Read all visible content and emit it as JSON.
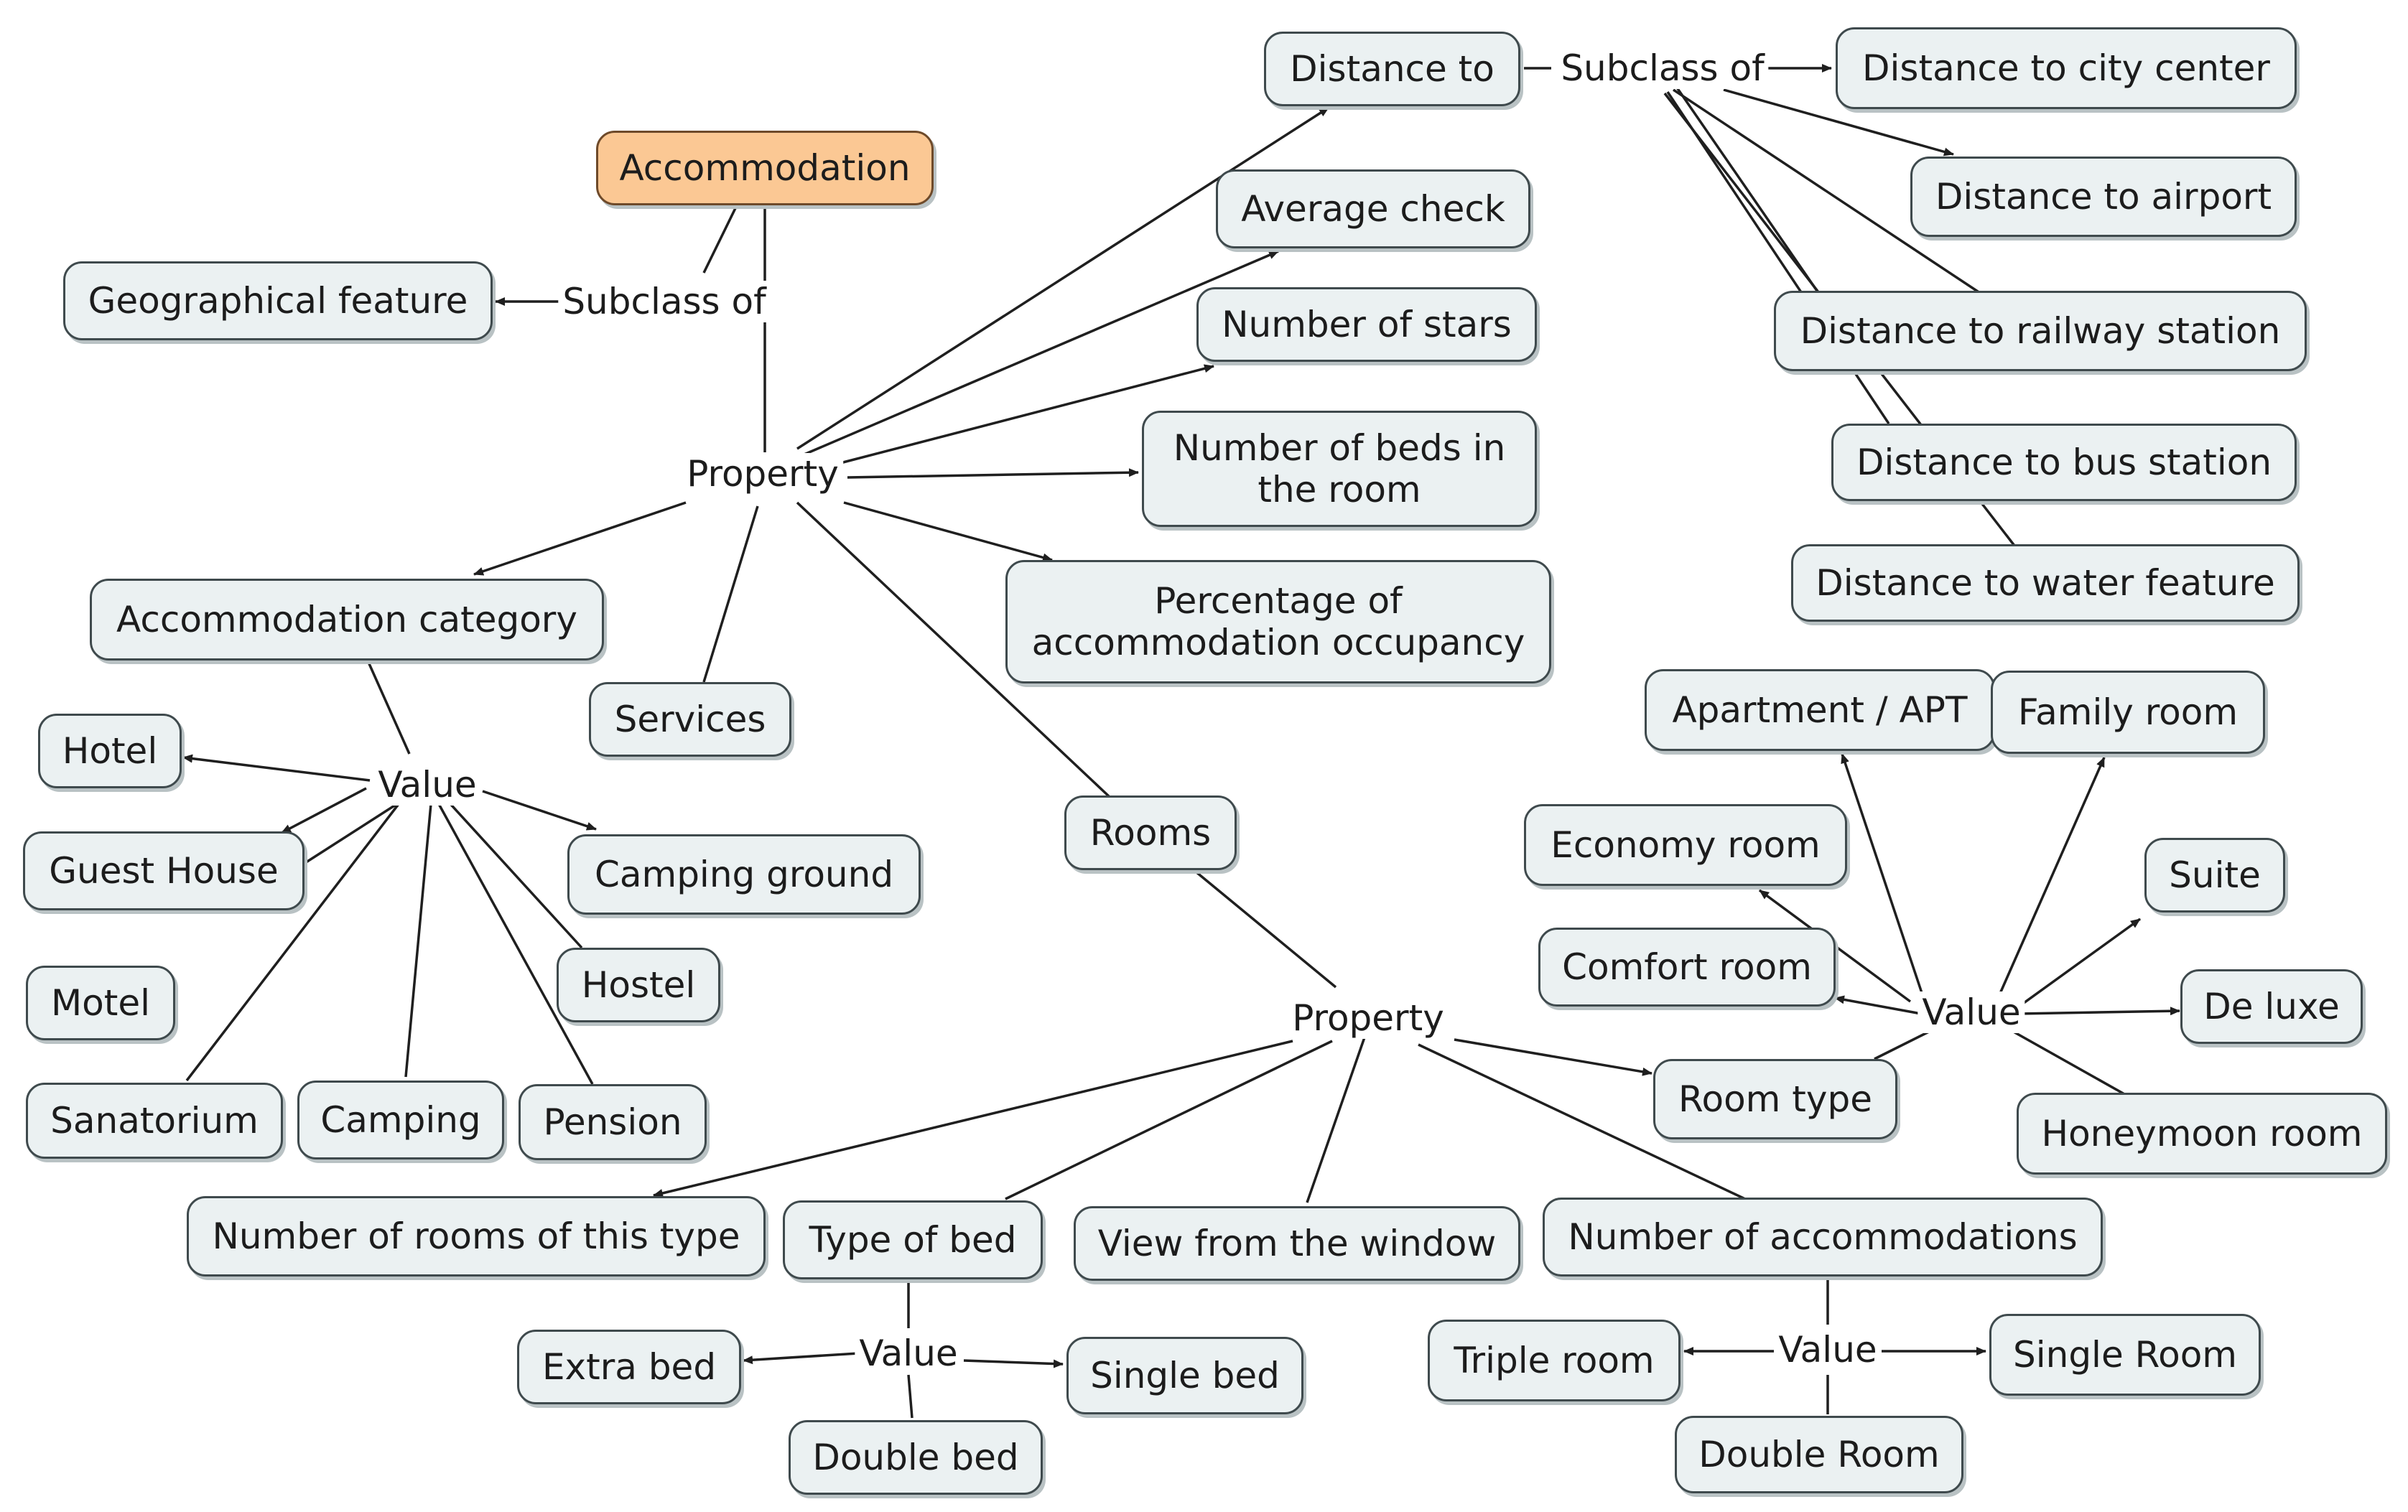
{
  "nodes": {
    "accommodation": "Accommodation",
    "geographical_feature": "Geographical feature",
    "distance_to": "Distance to",
    "distance_city_center": "Distance to city center",
    "distance_airport": "Distance to airport",
    "distance_railway": "Distance to railway station",
    "distance_bus": "Distance to bus station",
    "distance_water": "Distance to water feature",
    "average_check": "Average check",
    "number_of_stars": "Number of stars",
    "number_of_beds": "Number of beds in\nthe room",
    "occupancy": "Percentage of\naccommodation occupancy",
    "accommodation_category": "Accommodation category",
    "services": "Services",
    "rooms": "Rooms",
    "hotel": "Hotel",
    "guest_house": "Guest House",
    "motel": "Motel",
    "sanatorium": "Sanatorium",
    "camping": "Camping",
    "pension": "Pension",
    "hostel": "Hostel",
    "camping_ground": "Camping ground",
    "apartment": "Apartment / APT",
    "family_room": "Family room",
    "economy_room": "Economy room",
    "suite": "Suite",
    "comfort_room": "Comfort room",
    "de_luxe": "De luxe",
    "room_type": "Room type",
    "honeymoon_room": "Honeymoon room",
    "number_rooms_type": "Number of rooms of this type",
    "type_of_bed": "Type of bed",
    "view_window": "View from the window",
    "number_accommodations": "Number of accommodations",
    "extra_bed": "Extra bed",
    "single_bed": "Single bed",
    "double_bed": "Double bed",
    "triple_room": "Triple room",
    "single_room": "Single Room",
    "double_room": "Double Room"
  },
  "labels": {
    "subclass_geo": "Subclass of",
    "subclass_distance": "Subclass of",
    "property_main": "Property",
    "value_category": "Value",
    "property_rooms": "Property",
    "value_room_type": "Value",
    "value_bed": "Value",
    "value_accommodations": "Value"
  },
  "colors": {
    "node_fill": "#ebf1f2",
    "root_fill": "#fbc894",
    "line": "#1f1f1f"
  }
}
